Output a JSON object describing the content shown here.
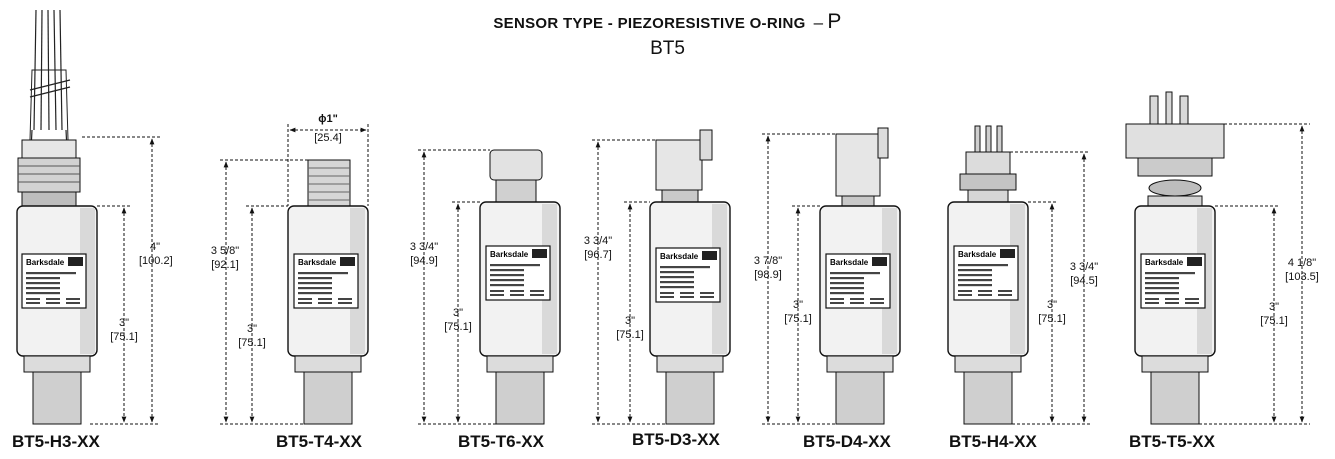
{
  "title": {
    "main": "SENSOR TYPE - PIEZORESISTIVE O-RING",
    "dash": "–",
    "letter": "P"
  },
  "subtitle": "BT5",
  "diameter": {
    "symbol": "ϕ1\"",
    "metric": "[25.4]"
  },
  "label_text": {
    "brand": "Barksdale",
    "logo": "BKS"
  },
  "sensors": [
    {
      "model": "BT5-H3-XX",
      "overall_in": "4\"",
      "overall_mm": "[100.2]",
      "body_in": "3\"",
      "body_mm": "[75.1]"
    },
    {
      "model": "BT5-T4-XX",
      "overall_in": "3 5/8\"",
      "overall_mm": "[92.1]",
      "body_in": "3\"",
      "body_mm": "[75.1]"
    },
    {
      "model": "BT5-T6-XX",
      "overall_in": "3 3/4\"",
      "overall_mm": "[94.9]",
      "body_in": "3\"",
      "body_mm": "[75.1]"
    },
    {
      "model": "BT5-D3-XX",
      "overall_in": "3 3/4\"",
      "overall_mm": "[96.7]",
      "body_in": "3\"",
      "body_mm": "[75.1]"
    },
    {
      "model": "BT5-D4-XX",
      "overall_in": "3 7/8\"",
      "overall_mm": "[98.9]",
      "body_in": "3\"",
      "body_mm": "[75.1]"
    },
    {
      "model": "BT5-H4-XX",
      "overall_in": "3 3/4\"",
      "overall_mm": "[94.5]",
      "body_in": "3\"",
      "body_mm": "[75.1]"
    },
    {
      "model": "BT5-T5-XX",
      "overall_in": "4 1/8\"",
      "overall_mm": "[103.5]",
      "body_in": "3\"",
      "body_mm": "[75.1]"
    }
  ]
}
